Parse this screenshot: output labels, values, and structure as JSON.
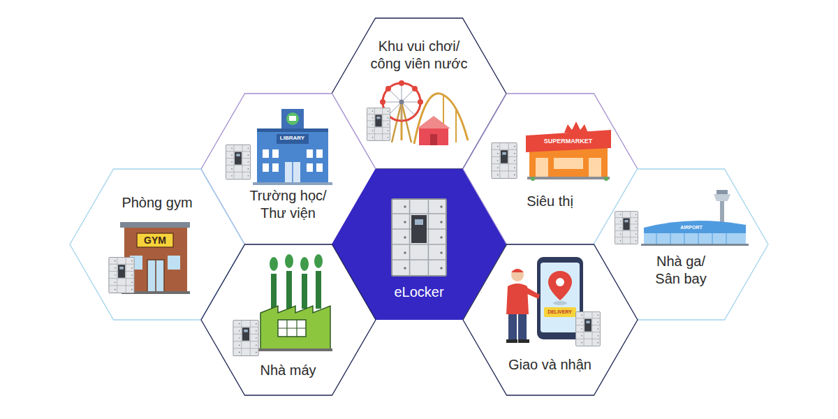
{
  "diagram": {
    "nodes": [
      {
        "text": [
          "Khu vui chơi/ công viên nước"
        ]
      },
      {
        "text": [
          "Trường học/ Thư viện"
        ]
      },
      {
        "text": [
          "Siêu thị"
        ]
      },
      {
        "text": [
          "Phòng gym"
        ]
      },
      {
        "text": [
          "eLocker"
        ]
      },
      {
        "text": [
          "Nhà ga/ Sân bay"
        ]
      },
      {
        "text": [
          "Nhà máy"
        ]
      },
      {
        "text": [
          "Giao và nhận"
        ]
      }
    ],
    "labels": [
      "LIBRARY",
      "SUPERMARKET",
      "GYM",
      "AIRPORT",
      "DELIVERY"
    ]
  }
}
